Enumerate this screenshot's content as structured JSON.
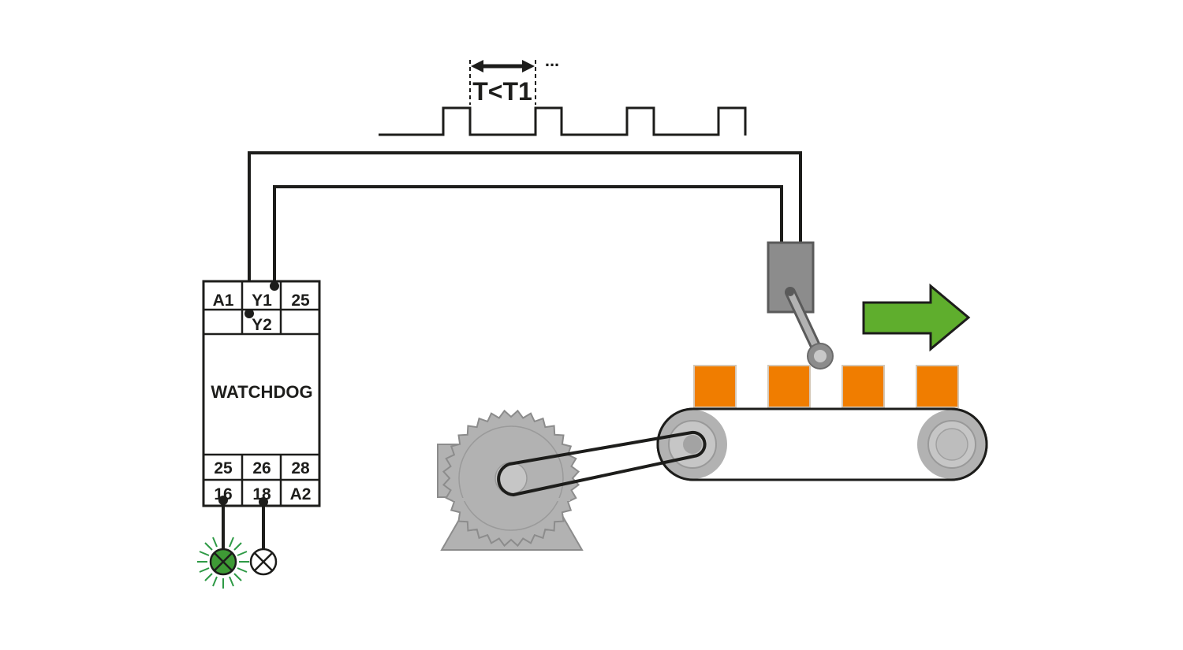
{
  "relay": {
    "name": "WATCHDOG",
    "top_terminals": [
      "A1",
      "Y1",
      "25"
    ],
    "top_terminal_second_row": "Y2",
    "bottom_terminals_row1": [
      "25",
      "26",
      "28"
    ],
    "bottom_terminals_row2": [
      "16",
      "18",
      "A2"
    ]
  },
  "pulse_signal": {
    "condition_label": "T<T1",
    "continuation": "..."
  },
  "indicators": {
    "lamp_16_state": "on",
    "lamp_18_state": "off"
  },
  "conveyor": {
    "item_count": 4,
    "direction": "right"
  },
  "colors": {
    "line": "#1d1d1b",
    "machine_gray": "#b2b2b2",
    "sensor_gray": "#8c8c8c",
    "item_orange": "#f07d00",
    "arrow_green": "#5fae2d",
    "lamp_green": "#3e9a35",
    "glow_green": "#2e9a45"
  }
}
